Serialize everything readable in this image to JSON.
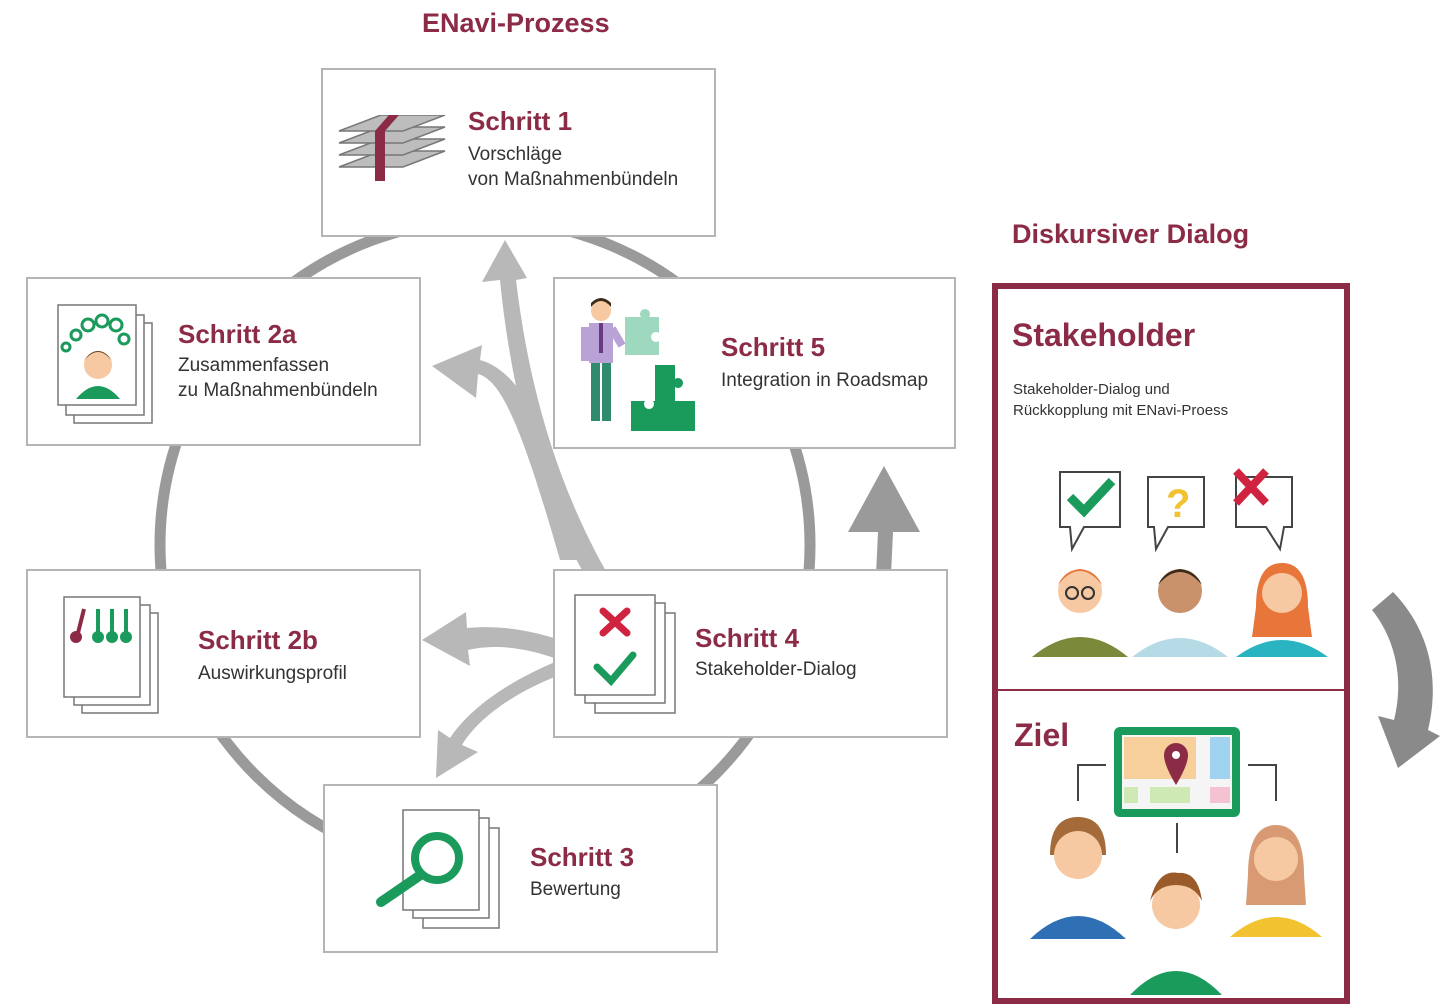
{
  "header": {
    "process_title": "ENavi-Prozess",
    "dialog_title": "Diskursiver Dialog"
  },
  "steps": {
    "s1": {
      "title": "Schritt 1",
      "desc": [
        "Vorschläge",
        "von Maßnahmenbündeln"
      ],
      "icon": "layered-documents-icon"
    },
    "s2a": {
      "title": "Schritt 2a",
      "desc": [
        "Zusammenfassen",
        "zu Maßnahmenbündeln"
      ],
      "icon": "person-ideas-icon"
    },
    "s2b": {
      "title": "Schritt 2b",
      "desc": [
        "Auswirkungsprofil"
      ],
      "icon": "impact-profile-icon"
    },
    "s3": {
      "title": "Schritt 3",
      "desc": [
        "Bewertung"
      ],
      "icon": "magnifier-icon"
    },
    "s4": {
      "title": "Schritt 4",
      "desc": [
        "Stakeholder-Dialog"
      ],
      "icon": "check-cross-document-icon"
    },
    "s5": {
      "title": "Schritt 5",
      "desc": [
        "Integration in Roadsmap"
      ],
      "icon": "puzzle-person-icon"
    }
  },
  "panel": {
    "stakeholder_title": "Stakeholder",
    "stakeholder_desc": [
      "Stakeholder-Dialog und",
      "Rückkopplung mit ENavi-Proess"
    ],
    "goal_title": "Ziel"
  },
  "colors": {
    "accent": "#8b2b45",
    "green": "#1a9b5c",
    "grey_arrow": "#b8b8b8",
    "cycle": "#9a9a9a",
    "red": "#d0233f",
    "yellow": "#f2c230"
  }
}
